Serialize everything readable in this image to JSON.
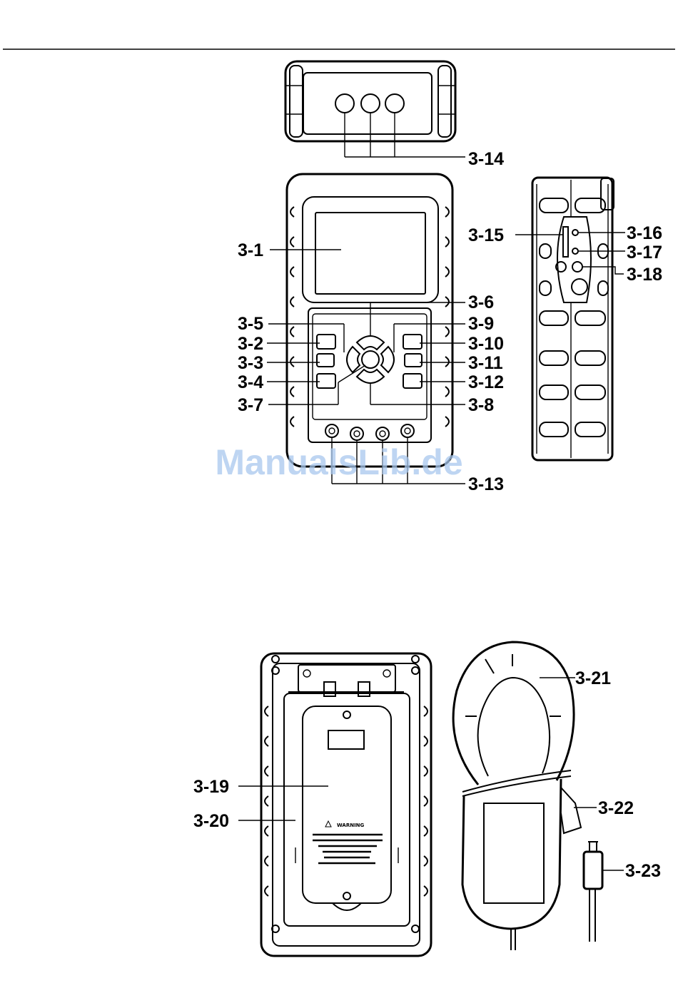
{
  "labels": {
    "l3_1": "3-1",
    "l3_2": "3-2",
    "l3_3": "3-3",
    "l3_4": "3-4",
    "l3_5": "3-5",
    "l3_6": "3-6",
    "l3_7": "3-7",
    "l3_8": "3-8",
    "l3_9": "3-9",
    "l3_10": "3-10",
    "l3_11": "3-11",
    "l3_12": "3-12",
    "l3_13": "3-13",
    "l3_14": "3-14",
    "l3_15": "3-15",
    "l3_16": "3-16",
    "l3_17": "3-17",
    "l3_18": "3-18",
    "l3_19": "3-19",
    "l3_20": "3-20",
    "l3_21": "3-21",
    "l3_22": "3-22",
    "l3_23": "3-23"
  },
  "watermark": "ManualsLib.de",
  "warning_label": {
    "title": "WARNING"
  }
}
